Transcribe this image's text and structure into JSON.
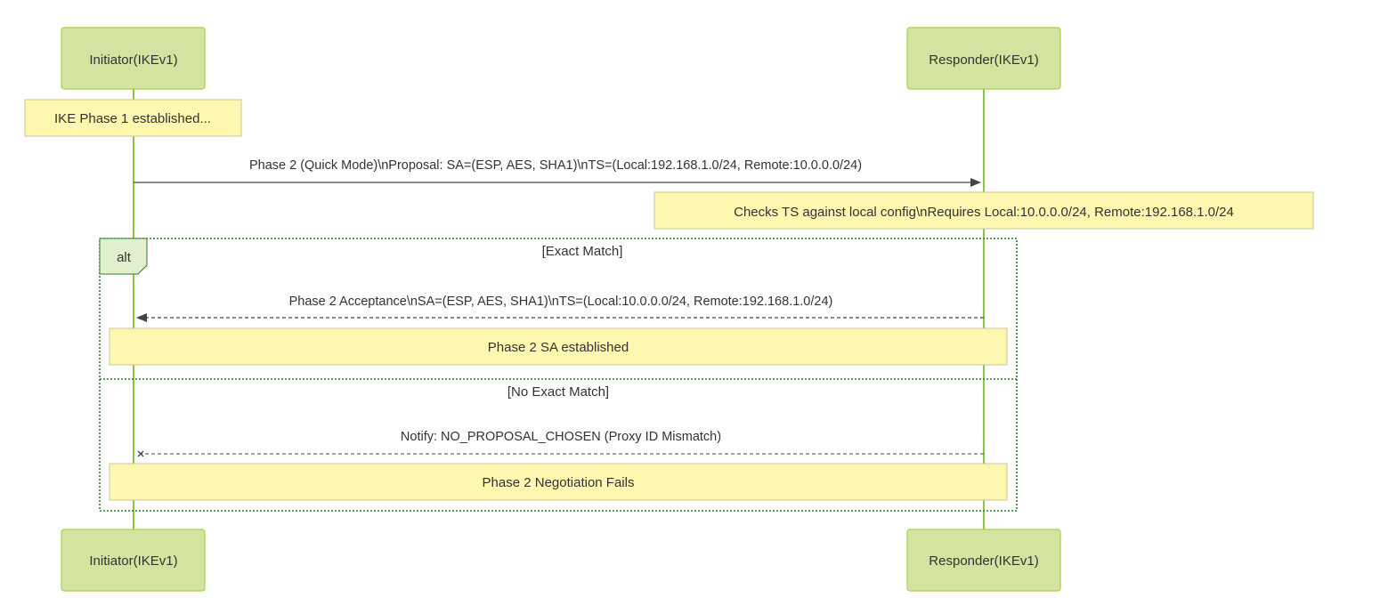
{
  "participants": {
    "initiator": "Initiator(IKEv1)",
    "responder": "Responder(IKEv1)"
  },
  "notes": {
    "phase1": "IKE Phase 1 established...",
    "check_ts": "Checks TS against local config\\nRequires Local:10.0.0.0/24, Remote:192.168.1.0/24",
    "sa_established": "Phase 2 SA established",
    "negotiation_fails": "Phase 2 Negotiation Fails"
  },
  "messages": {
    "quick_mode": "Phase 2 (Quick Mode)\\nProposal: SA=(ESP, AES, SHA1)\\nTS=(Local:192.168.1.0/24, Remote:10.0.0.0/24)",
    "acceptance": "Phase 2 Acceptance\\nSA=(ESP, AES, SHA1)\\nTS=(Local:10.0.0.0/24, Remote:192.168.1.0/24)",
    "notify": "Notify: NO_PROPOSAL_CHOSEN (Proxy ID Mismatch)"
  },
  "alt": {
    "label": "alt",
    "guard_match": "[Exact Match]",
    "guard_no_match": "[No Exact Match]"
  },
  "colors": {
    "participant_fill": "#d2e4a0",
    "participant_stroke": "#a9d04a",
    "lifeline": "#8cc63f",
    "note_fill": "#fef7b0",
    "note_stroke": "#c8c49a",
    "alt_border": "#2e7d32",
    "alt_tab_fill": "#e2efcf",
    "arrow": "#444444",
    "text": "#333333"
  }
}
